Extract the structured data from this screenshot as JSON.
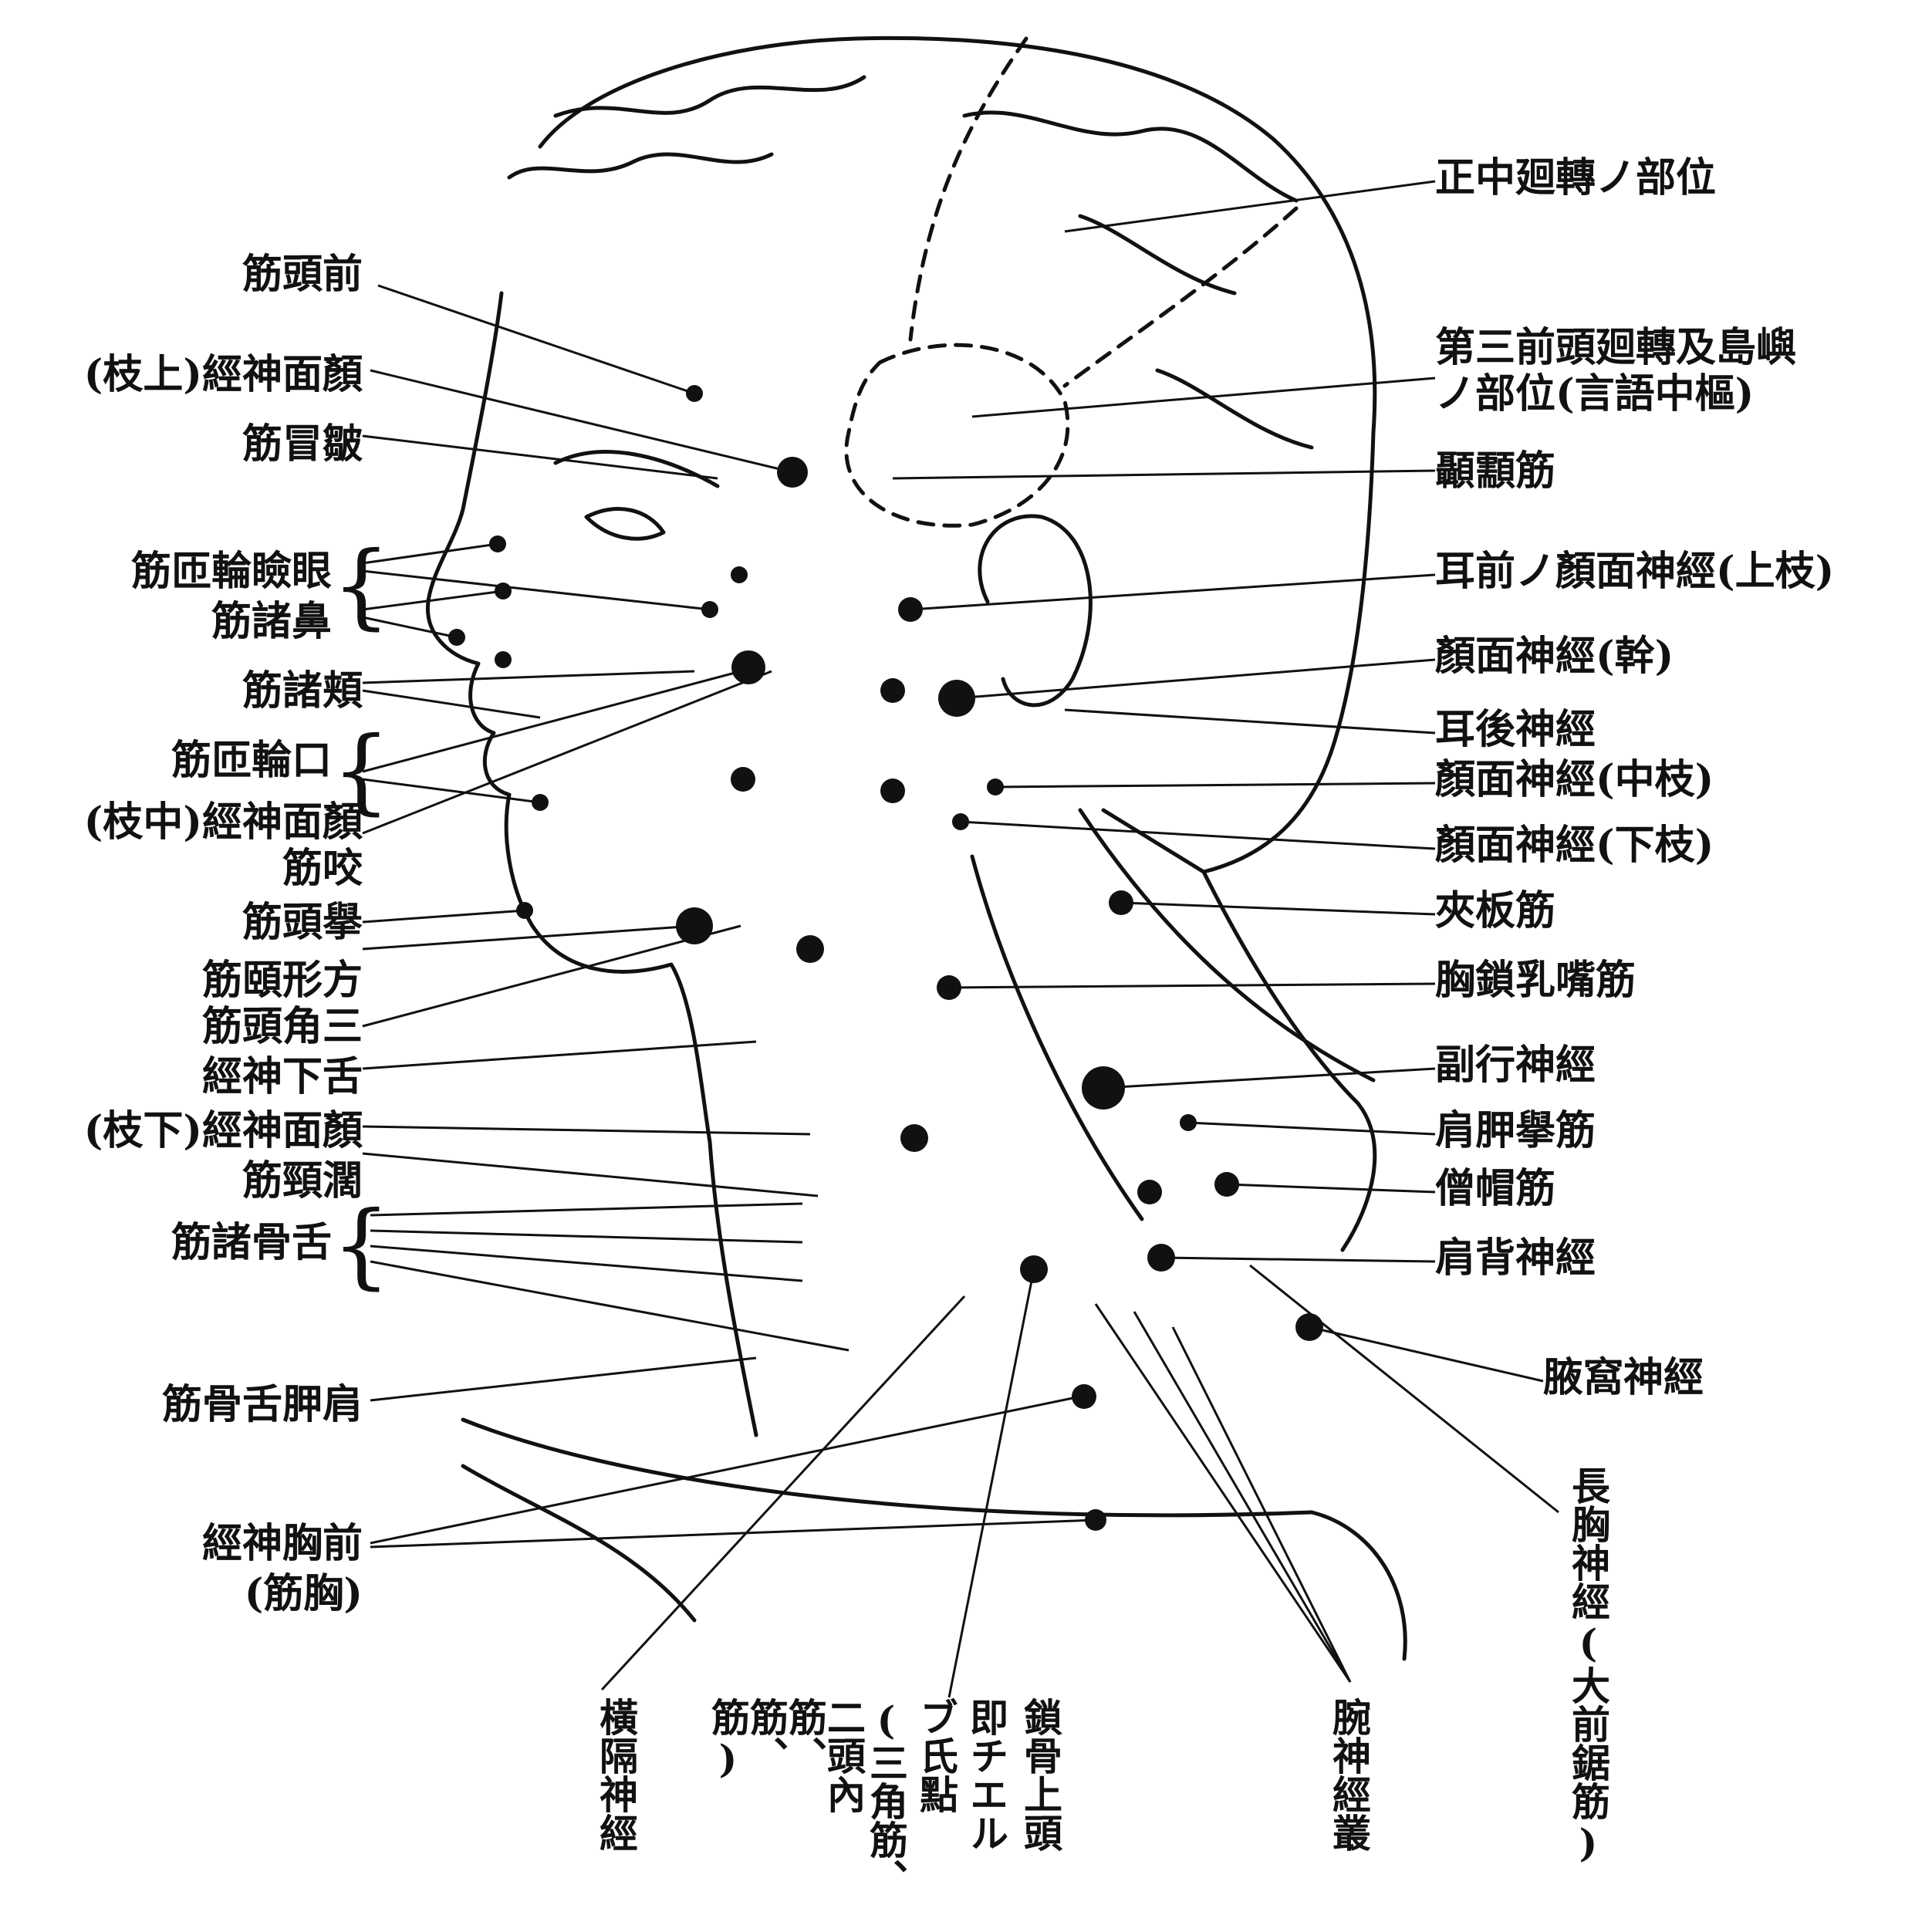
{
  "colors": {
    "ink": "#111111",
    "paper": "#ffffff"
  },
  "left_labels": [
    "筋頭前",
    "(枝上)經神面顏",
    "筋冒皺",
    "筋匝輪瞼眼",
    "筋諸鼻",
    "筋諸頬",
    "筋匝輪口",
    "(枝中)經神面顏",
    "筋咬",
    "筋頭擧",
    "筋頤形方",
    "筋頭角三",
    "經神下舌",
    "(枝下)經神面顏",
    "筋頸濶",
    "筋諸骨舌",
    "筋骨舌胛肩",
    "經神胸前",
    "(筋胸)"
  ],
  "right_labels": [
    "正中廻轉ノ部位",
    "第三前頭廻轉及島嶼",
    "ノ部位(言語中樞)",
    "顳顬筋",
    "耳前ノ顏面神經(上枝)",
    "顏面神經(幹)",
    "耳後神經",
    "顏面神經(中枝)",
    "顏面神經(下枝)",
    "夾板筋",
    "胸鎖乳嘴筋",
    "副行神經",
    "肩胛擧筋",
    "僧帽筋",
    "肩背神經",
    "腋窩神經",
    "長胸神經(大前鋸筋)"
  ],
  "bottom_labels": [
    "橫隔神經",
    "筋)",
    "筋、",
    "筋、",
    "二頭內",
    "(三角筋、",
    "ブ氏點",
    "即チエル",
    "鎖骨上頭",
    "腕神經叢"
  ]
}
